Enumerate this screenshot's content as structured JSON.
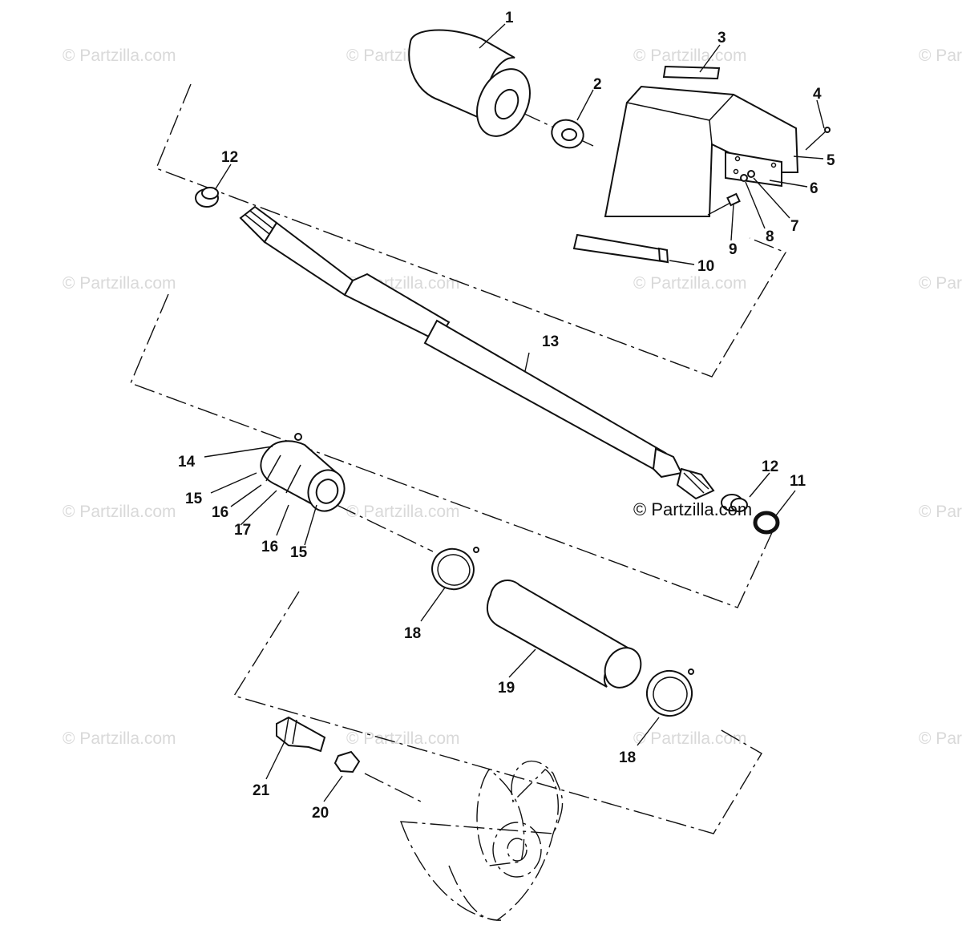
{
  "watermark": "© Partzilla.com",
  "copyright": "© Partzilla.com",
  "callouts": {
    "c1": "1",
    "c2": "2",
    "c3": "3",
    "c4": "4",
    "c5": "5",
    "c6": "6",
    "c7": "7",
    "c8": "8",
    "c9": "9",
    "c10": "10",
    "c11": "11",
    "c12a": "12",
    "c12b": "12",
    "c13": "13",
    "c14": "14",
    "c15a": "15",
    "c16a": "16",
    "c17": "17",
    "c16b": "16",
    "c15b": "15",
    "c18a": "18",
    "c18b": "18",
    "c19": "19",
    "c20": "20",
    "c21": "21"
  }
}
